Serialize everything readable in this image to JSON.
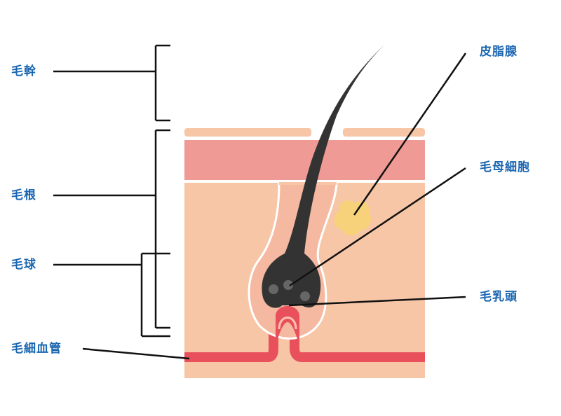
{
  "labels": {
    "hair_shaft": "毛幹",
    "hair_root": "毛根",
    "hair_bulb": "毛球",
    "capillary": "毛細血管",
    "sebaceous_gland": "皮脂腺",
    "matrix_cell": "毛母細胞",
    "dermal_papilla": "毛乳頭"
  },
  "colors": {
    "label": "#1a66b0",
    "line": "#111111",
    "epidermis_top": "#f7c6a6",
    "epidermis_band": "#ef9a94",
    "dermis": "#f7c6a6",
    "hair": "#333333",
    "papilla": "#e8505b",
    "vessel": "#e8505b",
    "gland": "#f8d27a"
  }
}
